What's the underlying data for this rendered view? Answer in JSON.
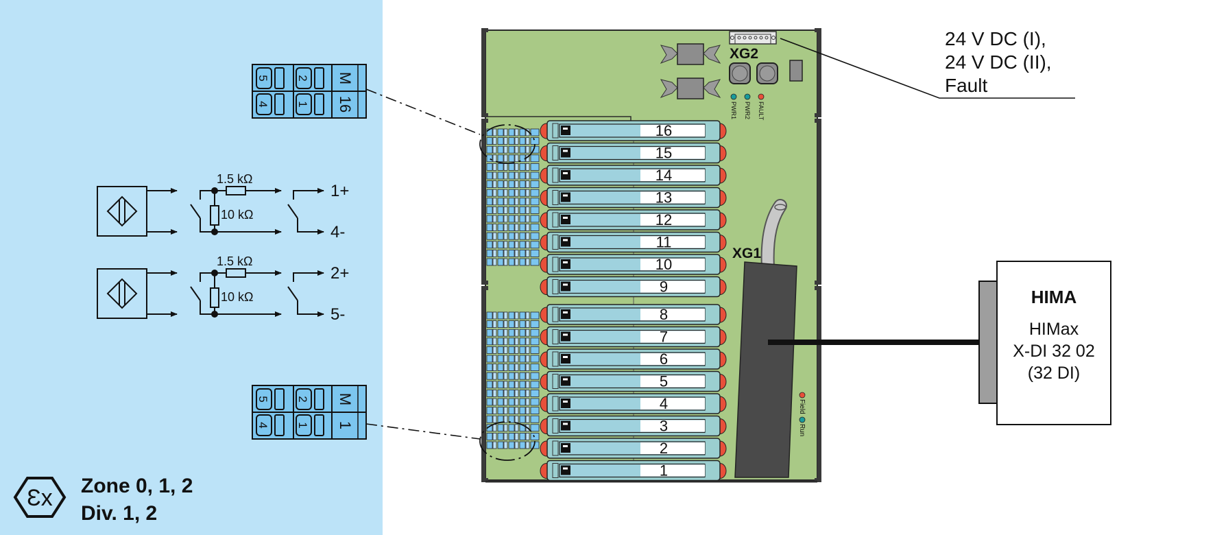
{
  "colors": {
    "hazard_zone_bg": "#bce3f8",
    "backplane": "#a9c986",
    "backplane_frame": "#3a3a3a",
    "module_body": "#9fd2de",
    "module_label": "#ffffff",
    "terminal_blue": "#7cc6ef",
    "led_red": "#e8503a",
    "led_teal": "#1a9b9b",
    "connector_dark": "#4a4a4a",
    "connector_gray": "#9a9a9a",
    "cable_gray": "#c8c8c8"
  },
  "hazard_area": {
    "ex_symbol": "Ɛx",
    "zone_line1": "Zone 0, 1, 2",
    "zone_line2": "Div. 1, 2"
  },
  "terminal_block_top": {
    "cells": [
      {
        "pin": "5"
      },
      {
        "pin": "2"
      },
      {
        "label": "M"
      },
      {
        "pin": "4"
      },
      {
        "pin": "1"
      },
      {
        "label": "16"
      }
    ]
  },
  "terminal_block_bottom": {
    "cells": [
      {
        "pin": "5"
      },
      {
        "pin": "2"
      },
      {
        "label": "M"
      },
      {
        "pin": "4"
      },
      {
        "pin": "1"
      },
      {
        "label": "1"
      }
    ]
  },
  "circuits": [
    {
      "sensor_icon": "proximity-sensor-icon",
      "resistor_series": "1.5 kΩ",
      "resistor_parallel": "10 kΩ",
      "out_plus": "1+",
      "out_minus": "4-"
    },
    {
      "sensor_icon": "proximity-sensor-icon",
      "resistor_series": "1.5 kΩ",
      "resistor_parallel": "10 kΩ",
      "out_plus": "2+",
      "out_minus": "5-"
    }
  ],
  "backplane": {
    "xg2_label": "XG2",
    "xg1_label": "XG1",
    "leds_top": [
      {
        "label": "PWR1",
        "color": "#1a9b9b"
      },
      {
        "label": "PWR2",
        "color": "#1a9b9b"
      },
      {
        "label": "FAULT",
        "color": "#e8503a"
      }
    ],
    "leds_side": [
      {
        "label": "Field",
        "color": "#e8503a"
      },
      {
        "label": "Run",
        "color": "#1a9b9b"
      }
    ],
    "modules": [
      "16",
      "15",
      "14",
      "13",
      "12",
      "11",
      "10",
      "9",
      "8",
      "7",
      "6",
      "5",
      "4",
      "3",
      "2",
      "1"
    ]
  },
  "power_callout": {
    "line1": "24 V DC (I),",
    "line2": "24 V DC (II),",
    "line3": "Fault"
  },
  "controller": {
    "brand": "HIMA",
    "line1": "HIMax",
    "line2": "X-DI 32 02",
    "line3": "(32 DI)"
  }
}
